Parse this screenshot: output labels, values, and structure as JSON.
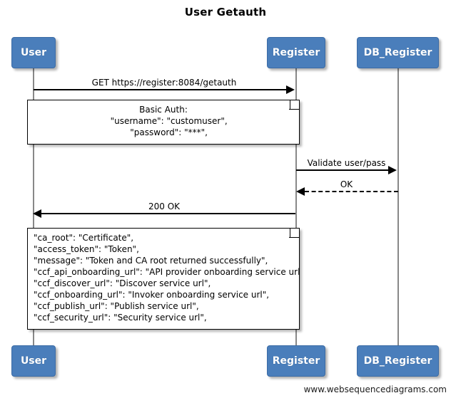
{
  "diagram": {
    "title": "User Getauth",
    "footer": "www.websequencediagrams.com",
    "accent_color": "#4a7ebb",
    "line_color": "#000000",
    "lifeline_color": "#888888"
  },
  "participants": [
    {
      "id": "user",
      "label": "User"
    },
    {
      "id": "register",
      "label": "Register"
    },
    {
      "id": "db_register",
      "label": "DB_Register"
    }
  ],
  "messages": [
    {
      "id": "m1",
      "label": "GET https://register:8084/getauth",
      "from": "user",
      "to": "register",
      "style": "solid",
      "direction": "right"
    },
    {
      "id": "m2",
      "label": "Validate user/pass",
      "from": "register",
      "to": "db_register",
      "style": "solid",
      "direction": "right"
    },
    {
      "id": "m3",
      "label": "OK",
      "from": "db_register",
      "to": "register",
      "style": "dashed",
      "direction": "left"
    },
    {
      "id": "m4",
      "label": "200 OK",
      "from": "register",
      "to": "user",
      "style": "solid",
      "direction": "left"
    }
  ],
  "notes": [
    {
      "id": "note-basic-auth",
      "align": "center",
      "lines": [
        "Basic Auth:",
        "    \"username\": \"customuser\",",
        "    \"password\": \"***\","
      ],
      "line_0": "Basic Auth:",
      "line_1": "    \"username\": \"customuser\",",
      "line_2": "    \"password\": \"***\","
    },
    {
      "id": "note-getauth-response",
      "align": "left",
      "lines": [
        "\"ca_root\": \"Certificate\",",
        "\"access_token\": \"Token\",",
        "\"message\": \"Token and CA root returned successfully\",",
        "\"ccf_api_onboarding_url\": \"API provider onboarding service url\",",
        "\"ccf_discover_url\": \"Discover service url\",",
        "\"ccf_onboarding_url\": \"Invoker onboarding service url\",",
        "\"ccf_publish_url\": \"Publish service url\",",
        "\"ccf_security_url\": \"Security service url\","
      ],
      "line_0": "\"ca_root\": \"Certificate\",",
      "line_1": "\"access_token\": \"Token\",",
      "line_2": "\"message\": \"Token and CA root returned successfully\",",
      "line_3": "\"ccf_api_onboarding_url\": \"API provider onboarding service url\",",
      "line_4": "\"ccf_discover_url\": \"Discover service url\",",
      "line_5": "\"ccf_onboarding_url\": \"Invoker onboarding service url\",",
      "line_6": "\"ccf_publish_url\": \"Publish service url\",",
      "line_7": "\"ccf_security_url\": \"Security service url\","
    }
  ]
}
